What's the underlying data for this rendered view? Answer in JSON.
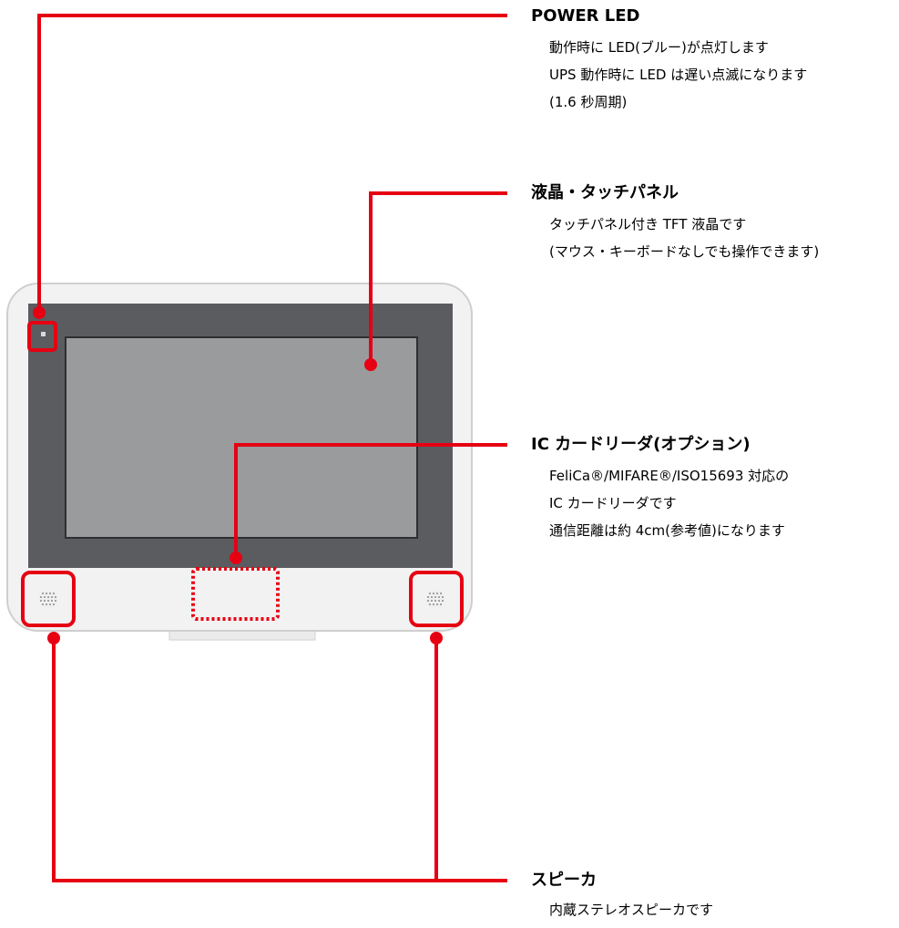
{
  "callouts": {
    "power_led": {
      "title": "POWER LED",
      "lines": [
        "動作時に LED(ブルー)が点灯します",
        "UPS 動作時に LED は遅い点滅になります",
        "(1.6 秒周期)"
      ]
    },
    "lcd_touch": {
      "title": "液晶・タッチパネル",
      "lines": [
        "タッチパネル付き TFT 液晶です",
        "(マウス・キーボードなしでも操作できます)"
      ]
    },
    "ic_reader": {
      "title": "IC カードリーダ(オプション)",
      "lines": [
        "FeliCa®/MIFARE®/ISO15693 対応の",
        "IC カードリーダです",
        "通信距離は約 4cm(参考値)になります"
      ]
    },
    "speaker": {
      "title": "スピーカ",
      "lines": [
        "内蔵ステレオスピーカです"
      ]
    }
  },
  "colors": {
    "leader_line": "#e60012",
    "bezel": "#5a5c60",
    "screen": "#9a9b9d",
    "body": "#f2f2f2"
  }
}
